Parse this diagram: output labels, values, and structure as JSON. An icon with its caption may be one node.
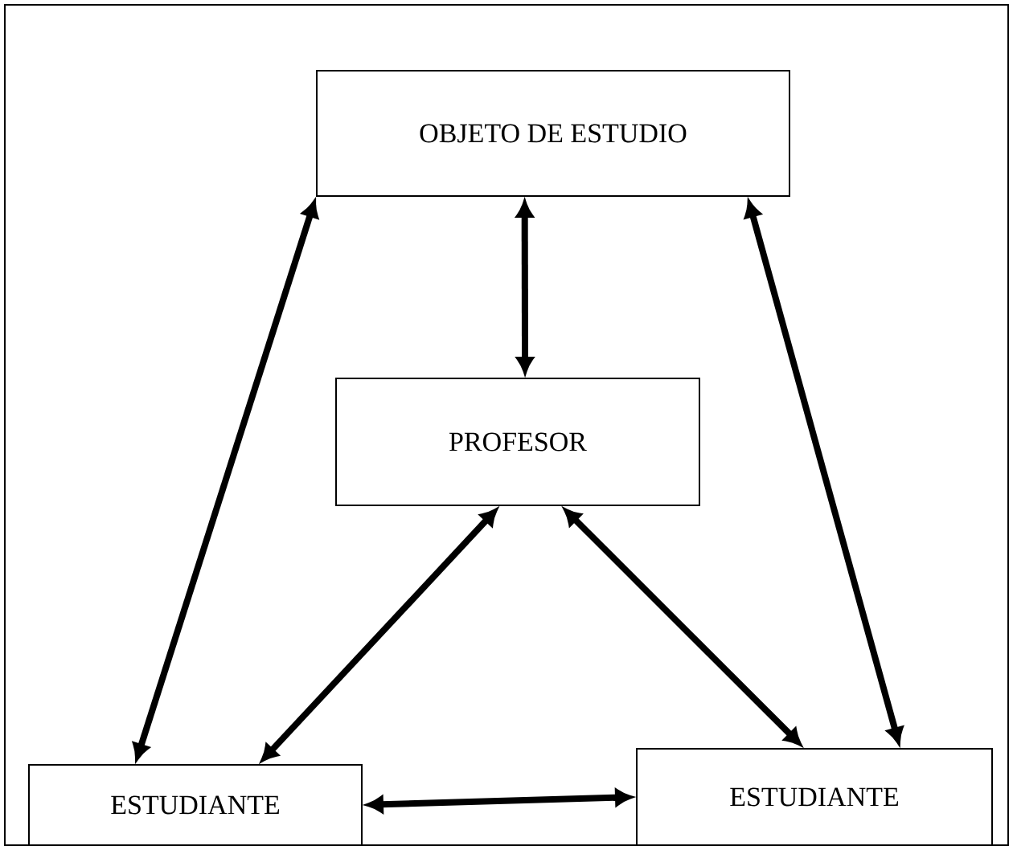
{
  "diagram": {
    "nodes": [
      {
        "text": [
          "OBJETO DE ESTUDIO"
        ]
      },
      {
        "text": [
          "PROFESOR"
        ]
      },
      {
        "text": [
          "ESTUDIANTE"
        ]
      },
      {
        "text": [
          "ESTUDIANTE"
        ]
      }
    ],
    "edges": [
      {
        "from": 0,
        "to": 1,
        "arrow": "both"
      },
      {
        "from": 0,
        "to": 2,
        "arrow": "both"
      },
      {
        "from": 0,
        "to": 3,
        "arrow": "both"
      },
      {
        "from": 1,
        "to": 2,
        "arrow": "both"
      },
      {
        "from": 1,
        "to": 3,
        "arrow": "both"
      },
      {
        "from": 2,
        "to": 3,
        "arrow": "both"
      }
    ]
  }
}
